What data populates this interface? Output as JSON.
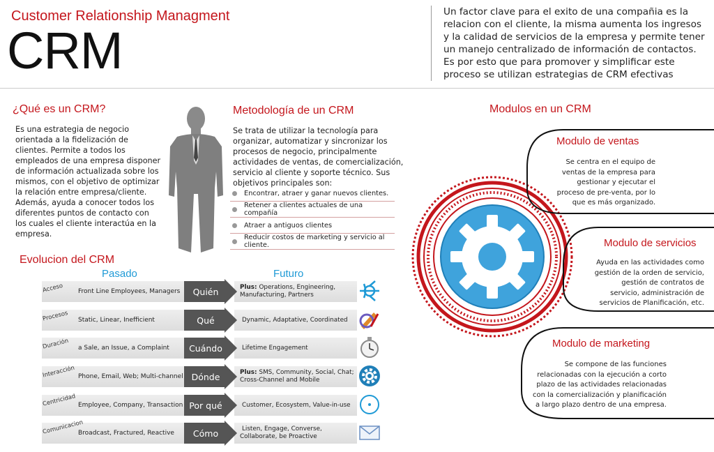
{
  "header": {
    "subtitle": "Customer Relationship Managment",
    "title": "CRM",
    "intro": "Un factor clave para el exito de una compañia es la relacion con el cliente, la misma aumenta los ingresos y la calidad de servicios de la empresa y permite tener un manejo centralizado de información de contactos. Es por esto que para promover y simplificar este proceso se utilizan estrategias de CRM efectivas"
  },
  "que_es": {
    "title": "¿Qué es un CRM?",
    "body": "Es una estrategia de negocio orientada a la fidelización de clientes. Permite a todos los empleados de una empresa disponer de información actualizada sobre los mismos, con el objetivo de optimizar la relación entre empresa/cliente. Además, ayuda a conocer todos los diferentes puntos de contacto con los cuales el cliente interactúa en la empresa."
  },
  "metodologia": {
    "title": "Metodología de un CRM",
    "body": "Se trata de utilizar la tecnología para organizar, automatizar y sincronizar los procesos de negocio, principalmente actividades de ventas, de comercialización, servicio al cliente y soporte técnico. Sus objetivos principales son:",
    "objectives": [
      "Encontrar, atraer y ganar nuevos clientes.",
      "Retener a clientes actuales de una compañía",
      "Atraer a antiguos clientes",
      "Reducir costos de marketing y servicio al cliente."
    ]
  },
  "evolucion": {
    "title": "Evolucion del CRM",
    "pasado": "Pasado",
    "futuro": "Futuro",
    "rows": [
      {
        "label": "Acceso",
        "past": "Front Line Employees, Managers",
        "question": "Quién",
        "future_bold": "Plus:",
        "future": "Operations, Engineering, Manufacturing, Partners",
        "icon": "network-symbol-icon"
      },
      {
        "label": "Procesos",
        "past": "Static, Linear, Inefficient",
        "question": "Qué",
        "future_bold": "",
        "future": "Dynamic, Adaptative, Coordinated",
        "icon": "paint-tools-icon"
      },
      {
        "label": "Duración",
        "past": "a Sale, an Issue, a Complaint",
        "question": "Cuándo",
        "future_bold": "",
        "future": "Lifetime Engagement",
        "icon": "stopwatch-icon"
      },
      {
        "label": "Interacción",
        "past": "Phone, Email, Web; Multi-channel",
        "question": "Dónde",
        "future_bold": "Plus:",
        "future": "SMS, Community, Social, Chat; Cross-Channel and Mobile",
        "icon": "gear-icon"
      },
      {
        "label": "Centricidad",
        "past": "Employee, Company, Transaction",
        "question": "Por qué",
        "future_bold": "",
        "future": "Customer, Ecosystem, Value-in-use",
        "icon": "target-icon"
      },
      {
        "label": "Comunicacion",
        "past": "Broadcast, Fractured, Reactive",
        "question": "Cómo",
        "future_bold": "",
        "future": "Listen, Engage, Converse, Collaborate, be Proactive",
        "icon": "envelope-icon"
      }
    ]
  },
  "modulos": {
    "title": "Modulos en un CRM",
    "items": [
      {
        "title": "Modulo de ventas",
        "body": "Se centra en el equipo de ventas de la empresa para gestionar y ejecutar el proceso de pre-venta, por lo que es más organizado."
      },
      {
        "title": "Modulo de servicios",
        "body": "Ayuda en las actividades como gestión de la orden de servicio, gestión de contratos de servicio, administración de servicios de Planificación, etc."
      },
      {
        "title": "Modulo de marketing",
        "body": "Se compone de las funciones relacionadas con la ejecución a corto plazo de las actividades relacionadas con la comercialización y planificación a largo plazo dentro de una empresa."
      }
    ]
  },
  "colors": {
    "accent": "#c4161c",
    "blue": "#1f9ad6",
    "gear": "#3fa3dc"
  }
}
